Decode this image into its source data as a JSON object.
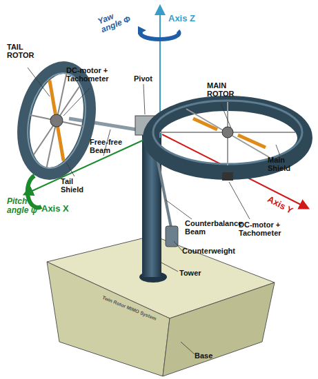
{
  "diagram": {
    "labels": [
      "Axis Z",
      "Yaw angle Φ",
      "TAIL ROTOR",
      "DC-motor + Tachometer",
      "Pivot",
      "MAIN ROTOR",
      "Free-free Beam",
      "Tail Shield",
      "Main Shield",
      "DC-motor + Tachometer",
      "Axis Y",
      "Pitch angle ψ",
      "Axis X",
      "Counterbalance Beam",
      "Counterweight",
      "Tower",
      "Twin Rotor MIMO System",
      "Base"
    ]
  }
}
